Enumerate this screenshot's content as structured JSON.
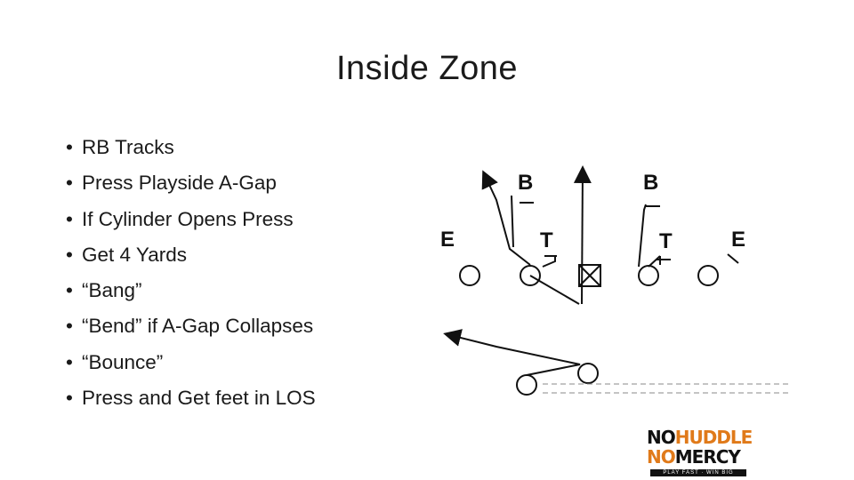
{
  "slide": {
    "title": "Inside Zone",
    "bullets": [
      "RB Tracks",
      "Press Playside A-Gap",
      "If Cylinder Opens Press",
      "Get 4 Yards",
      "“Bang”",
      "“Bend” if A-Gap Collapses",
      "“Bounce”",
      "Press and Get feet in LOS"
    ],
    "bullet_glyph": "•"
  },
  "diagram": {
    "defenders": {
      "b_left": "B",
      "b_right": "B",
      "e_left": "E",
      "e_right": "E",
      "t_left": "T",
      "t_right": "T"
    }
  },
  "logo": {
    "word_no_1": "NO",
    "word_huddle": "HUDDLE",
    "word_no_2": "NO",
    "word_mercy": "MERCY",
    "tagline": "PLAY FAST · WIN BIG",
    "accent_color": "#e07a1a"
  }
}
